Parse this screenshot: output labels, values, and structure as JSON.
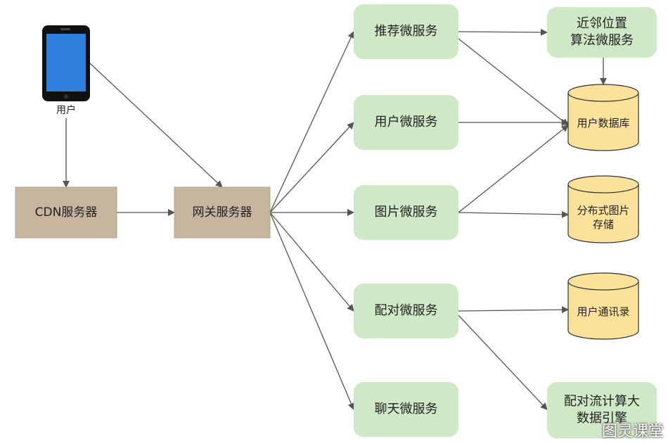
{
  "nodes": {
    "user": "用户",
    "cdn": "CDN服务器",
    "gateway": "网关服务器",
    "recommend": "推荐微服务",
    "user_service": "用户微服务",
    "image_service": "图片微服务",
    "match_service": "配对微服务",
    "chat_service": "聊天微服务",
    "nearby": "近邻位置\n算法微服务",
    "user_db": "用户数据库",
    "dist_storage": "分布式图片\n存储",
    "contacts": "用户通讯录",
    "bigdata": "配对流计算大\n数据引擎"
  },
  "watermark": "图灵课堂",
  "colors": {
    "server_box": "#c7b5a0",
    "microservice_box": "#cfe8c5",
    "database": "#fbe29a",
    "database_stroke": "#333333",
    "arrow": "#555555",
    "phone_screen": "#2f7fdc"
  }
}
